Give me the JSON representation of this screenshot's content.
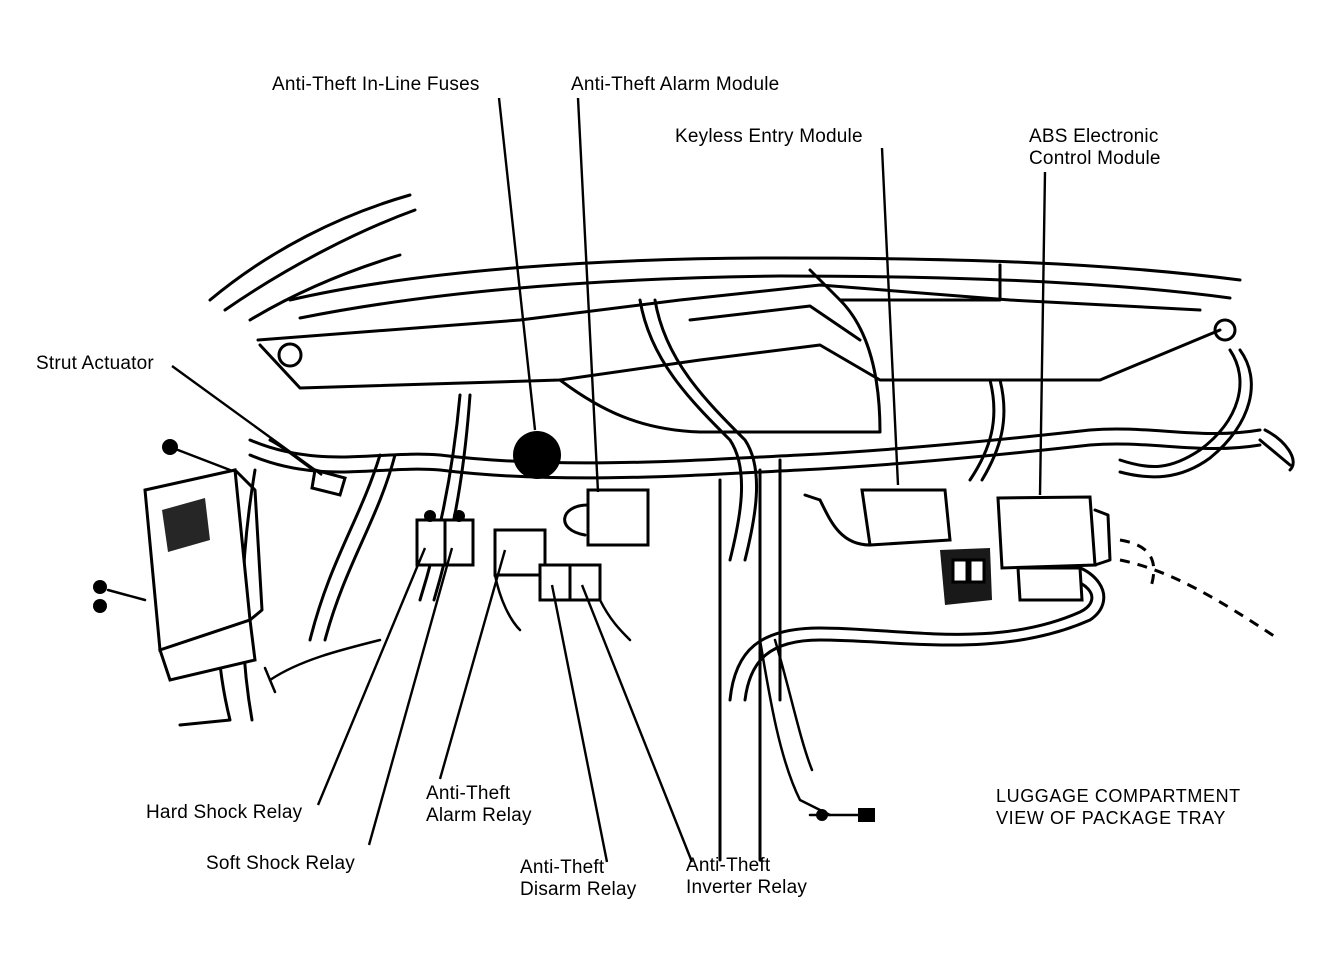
{
  "diagram": {
    "caption": {
      "line1": "LUGGAGE COMPARTMENT",
      "line2": "VIEW OF PACKAGE TRAY"
    },
    "labels": {
      "anti_theft_inline_fuses": "Anti-Theft In-Line Fuses",
      "anti_theft_alarm_module": "Anti-Theft Alarm Module",
      "keyless_entry_module": "Keyless Entry Module",
      "abs_control_module_line1": "ABS Electronic",
      "abs_control_module_line2": "Control Module",
      "strut_actuator": "Strut Actuator",
      "hard_shock_relay": "Hard Shock Relay",
      "soft_shock_relay": "Soft Shock Relay",
      "alarm_relay_line1": "Anti-Theft",
      "alarm_relay_line2": "Alarm Relay",
      "disarm_relay_line1": "Anti-Theft",
      "disarm_relay_line2": "Disarm Relay",
      "inverter_relay_line1": "Anti-Theft",
      "inverter_relay_line2": "Inverter Relay"
    }
  }
}
